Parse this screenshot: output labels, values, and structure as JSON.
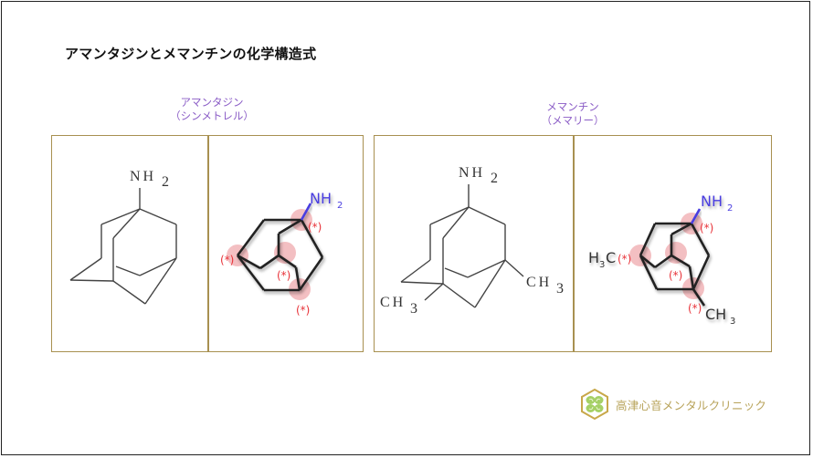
{
  "slide": {
    "title": "アマンタジンとメマンチンの化学構造式"
  },
  "compounds": [
    {
      "name": "アマンタジン",
      "brand": "（シンメトレル）",
      "substituents": {
        "top": "NH2"
      },
      "chiral_marker": "(*)"
    },
    {
      "name": "メマンチン",
      "brand": "（メマリー）",
      "substituents": {
        "top": "NH2",
        "right": "CH3",
        "left": "CH3"
      },
      "chiral_marker": "(*)"
    }
  ],
  "labels": {
    "nh": "NH",
    "sub2": "2",
    "ch": "CH",
    "sub3": "3",
    "h3c_h": "H",
    "h3c_c": "C",
    "star": "(*)"
  },
  "colors": {
    "panel_border": "#a89050",
    "caption": "#8a5cc6",
    "amine_blue": "#4a3ee0",
    "marker_red": "#e8343a",
    "highlight_pink": "#f2b5b8",
    "logo_gold": "#b8a35a",
    "logo_green": "#8cc63f"
  },
  "logo": {
    "text": "高津心音メンタルクリニック"
  }
}
